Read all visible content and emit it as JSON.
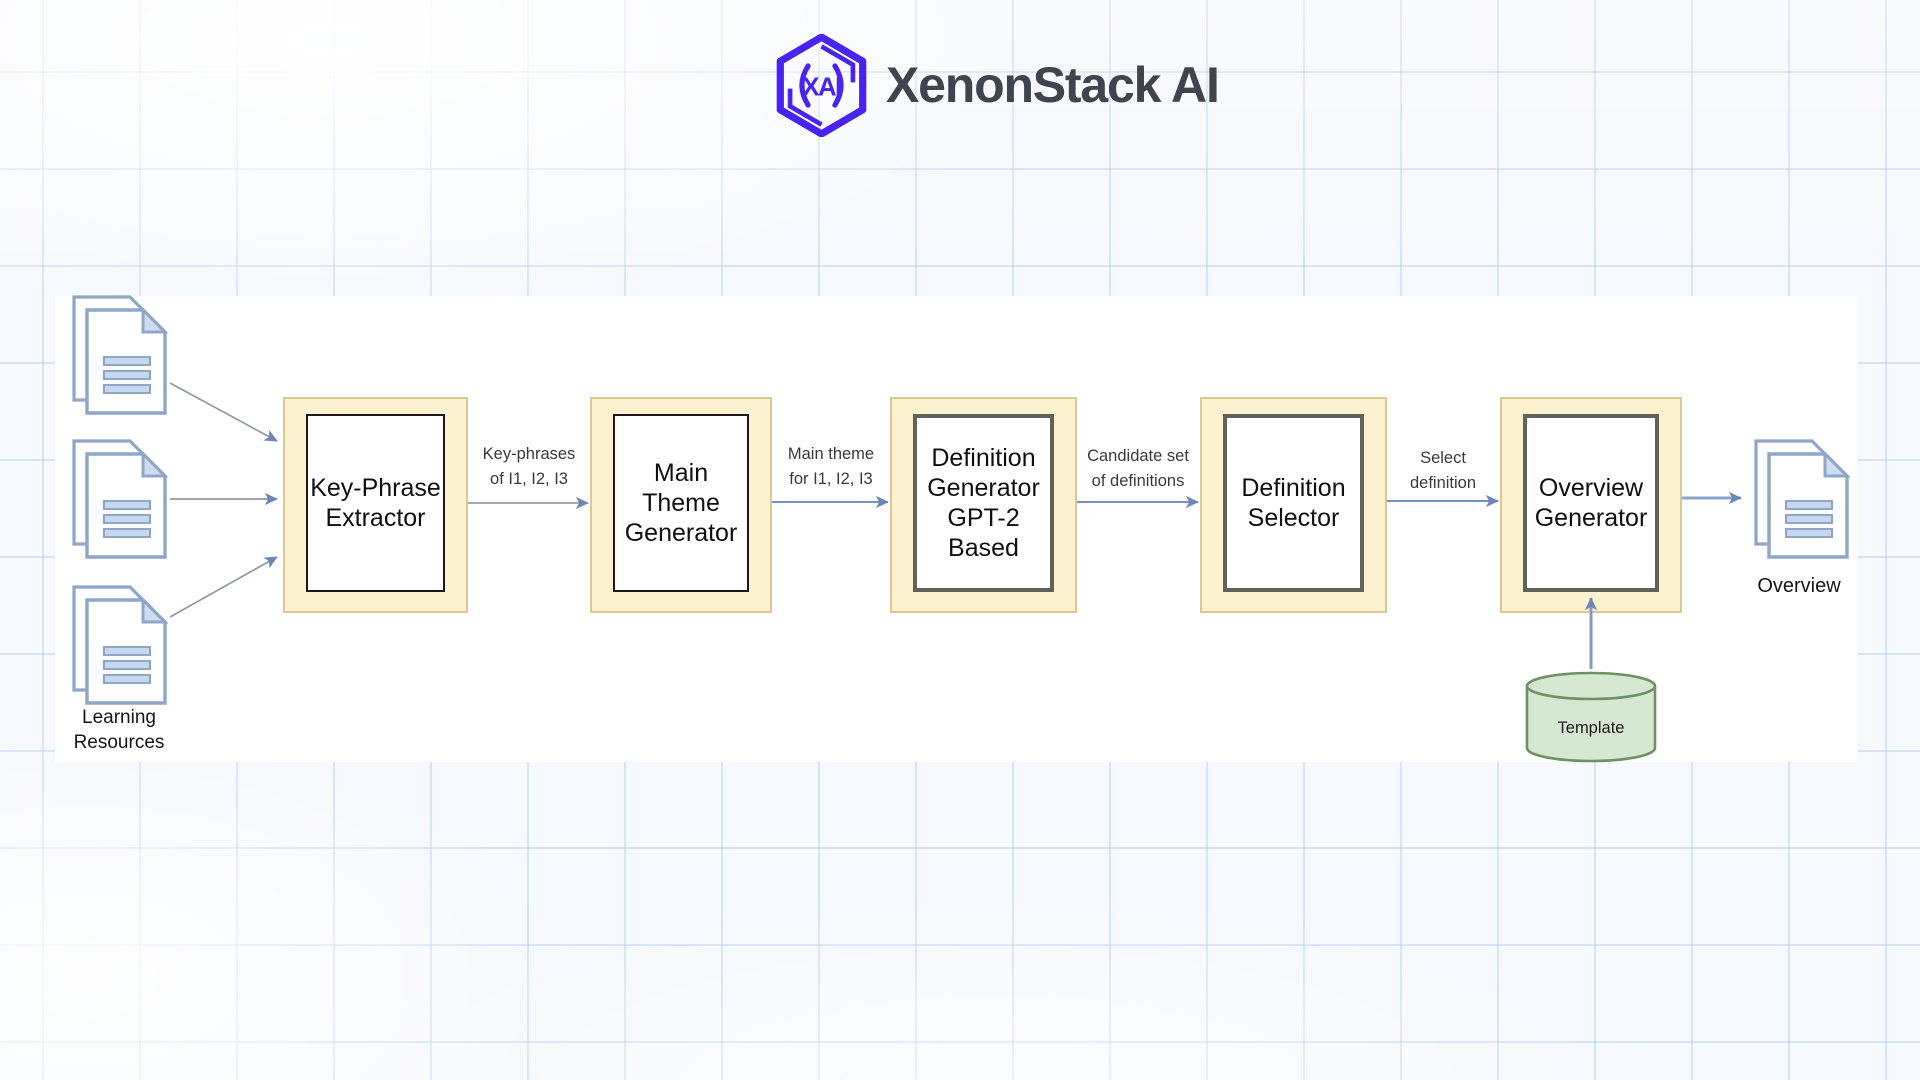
{
  "logo": {
    "brand": "XenonStack AI",
    "monogram": "XAI"
  },
  "diagram": {
    "sources_label": {
      "lines": [
        "Learning",
        "Resources"
      ]
    },
    "output_label": "Overview",
    "template_label": "Template",
    "boxes": [
      {
        "id": "key-phrase-extractor",
        "lines": [
          "Key-Phrase",
          "Extractor"
        ]
      },
      {
        "id": "main-theme-generator",
        "lines": [
          "Main Theme",
          "Generator"
        ]
      },
      {
        "id": "definition-generator",
        "lines": [
          "Definition",
          "Generator",
          "GPT-2",
          "Based"
        ]
      },
      {
        "id": "definition-selector",
        "lines": [
          "Definition",
          "Selector"
        ]
      },
      {
        "id": "overview-generator",
        "lines": [
          "Overview",
          "Generator"
        ]
      }
    ],
    "edge_labels": [
      {
        "lines": [
          "Key-phrases",
          "of I1, I2, I3"
        ]
      },
      {
        "lines": [
          "Main theme",
          "for I1, I2, I3"
        ]
      },
      {
        "lines": [
          "Candidate set",
          "of definitions"
        ]
      },
      {
        "lines": [
          "Select",
          "definition"
        ]
      }
    ]
  },
  "colors": {
    "logo_purple": "#4823f2",
    "brand_text": "#40444d",
    "node_fill": "#fcf2cf",
    "node_border": "#ddc98f",
    "inner_border_black": "#191919",
    "inner_border_gray": "#62625a",
    "doc_stroke": "#8fa6c9",
    "doc_accent": "#cddcf2",
    "template_fill": "#d6e8d2",
    "template_border": "#6e9263",
    "arrow_head": "#6d86b5"
  }
}
